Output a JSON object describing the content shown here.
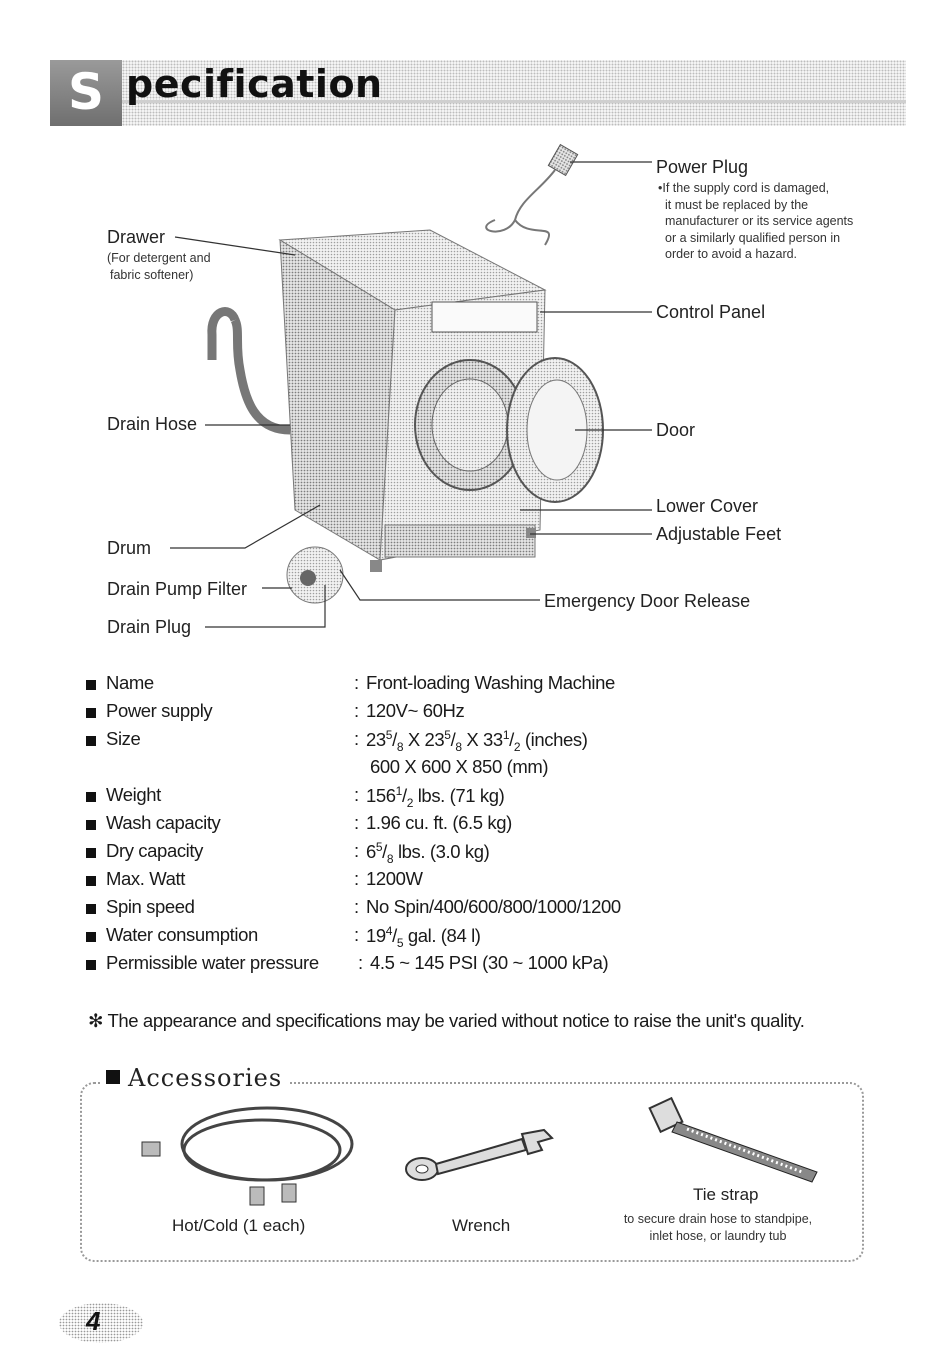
{
  "title": {
    "initial": "S",
    "rest": "pecification"
  },
  "diagram": {
    "power_plug": "Power Plug",
    "power_plug_note": [
      "•If the supply cord is damaged,",
      "it must be replaced by the",
      "manufacturer or its service agents",
      "or a similarly qualified person in",
      "order to avoid a hazard."
    ],
    "drawer": "Drawer",
    "drawer_note": [
      "(For detergent and",
      "fabric softener)"
    ],
    "control_panel": "Control Panel",
    "drain_hose": "Drain Hose",
    "door": "Door",
    "lower_cover": "Lower Cover",
    "adjustable_feet": "Adjustable Feet",
    "drum": "Drum",
    "drain_pump_filter": "Drain Pump Filter",
    "emergency_door_release": "Emergency Door Release",
    "drain_plug": "Drain Plug"
  },
  "specs": [
    {
      "name": "Name",
      "value": "Front-loading Washing Machine"
    },
    {
      "name": "Power supply",
      "value": "120V~ 60Hz"
    },
    {
      "name": "Size",
      "value_html": "23<sup>5</sup>/<sub>8</sub> X 23<sup>5</sup>/<sub>8</sub> X 33<sup>1</sup>/<sub>2</sub> (inches)",
      "value2": "600 X 600 X 850 (mm)"
    },
    {
      "name": "Weight",
      "value_html": "156<sup>1</sup>/<sub>2</sub> lbs. (71 kg)"
    },
    {
      "name": "Wash capacity",
      "value": "1.96 cu. ft. (6.5 kg)"
    },
    {
      "name": "Dry capacity",
      "value_html": "6<sup>5</sup>/<sub>8</sub> lbs. (3.0 kg)"
    },
    {
      "name": "Max. Watt",
      "value": "1200W"
    },
    {
      "name": "Spin speed",
      "value": "No Spin/400/600/800/1000/1200"
    },
    {
      "name": "Water consumption",
      "value_html": "19<sup>4</sup>/<sub>5</sub> gal. (84 l)"
    },
    {
      "name": "Permissible water pressure",
      "value": "4.5 ~ 145 PSI (30 ~ 1000 kPa)"
    }
  ],
  "note": "✻ The appearance and specifications may be varied without notice to raise the unit's quality.",
  "accessories": {
    "heading": "Accessories",
    "hose_label": "Hot/Cold (1 each)",
    "wrench_label": "Wrench",
    "tie_label": "Tie strap",
    "tie_note": [
      "to secure drain hose to standpipe,",
      "inlet hose, or laundry tub"
    ]
  },
  "page_number": "4"
}
